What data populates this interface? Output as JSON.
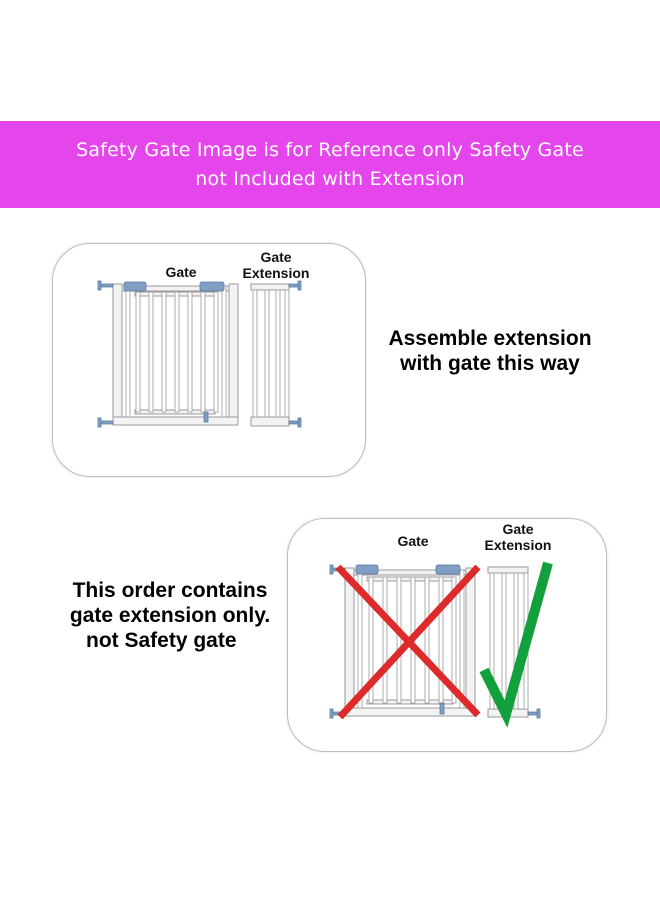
{
  "banner": {
    "line1": "Safety Gate Image is for Reference only Safety Gate",
    "line2": "not Included with Extension",
    "color": "#e546ec"
  },
  "top_panel": {
    "gate_label": "Gate",
    "extension_label_line1": "Gate",
    "extension_label_line2": "Extension",
    "caption_line1": "Assemble extension",
    "caption_line2": "with gate this way"
  },
  "bottom_panel": {
    "gate_label": "Gate",
    "extension_label_line1": "Gate",
    "extension_label_line2": "Extension",
    "caption_line1": "This order contains",
    "caption_line2": "gate extension only.",
    "caption_line3": "not Safety gate",
    "cross_mark": {
      "icon": "red-x-icon",
      "color": "#dd2b2b"
    },
    "check_mark": {
      "icon": "green-check-icon",
      "color": "#12a03c"
    }
  }
}
